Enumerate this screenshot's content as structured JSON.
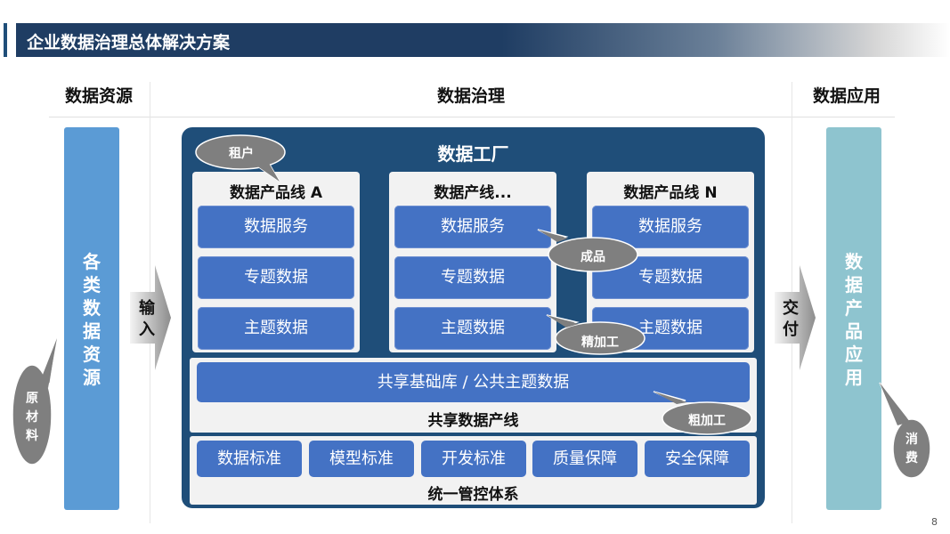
{
  "title": "企业数据治理总体解决方案",
  "headers": {
    "source": "数据资源",
    "governance": "数据治理",
    "application": "数据应用"
  },
  "left_bar": {
    "text": [
      "各",
      "类",
      "数",
      "据",
      "资",
      "源"
    ]
  },
  "right_bar": {
    "text": [
      "数",
      "据",
      "产",
      "品",
      "应",
      "用"
    ]
  },
  "arrows": {
    "input": [
      "输",
      "入"
    ],
    "deliver": [
      "交",
      "付"
    ]
  },
  "factory": {
    "title": "数据工厂",
    "product_lines": [
      {
        "title": "数据产品线 A",
        "blocks": [
          "数据服务",
          "专题数据",
          "主题数据"
        ]
      },
      {
        "title": "数据产线...",
        "blocks": [
          "数据服务",
          "专题数据",
          "主题数据"
        ]
      },
      {
        "title": "数据产品线 N",
        "blocks": [
          "数据服务",
          "专题数据",
          "主题数据"
        ]
      }
    ],
    "shared": {
      "bar": "共享基础库 / 公共主题数据",
      "label": "共享数据产线"
    },
    "control": {
      "items": [
        "数据标准",
        "模型标准",
        "开发标准",
        "质量保障",
        "安全保障"
      ],
      "label": "统一管控体系"
    }
  },
  "callouts": {
    "tenant": "租户",
    "product": "成品",
    "fine": "精加工",
    "coarse": "粗加工",
    "raw": [
      "原",
      "材",
      "料"
    ],
    "consume": [
      "消",
      "费"
    ]
  },
  "colors": {
    "title_band": "#1f3d63",
    "factory_bg": "#1f4e79",
    "block": "#4472c4",
    "left_bar": "#5b9bd5",
    "right_bar": "#8ec4cf",
    "callout": "#7f7f7f"
  },
  "page_number": "8"
}
